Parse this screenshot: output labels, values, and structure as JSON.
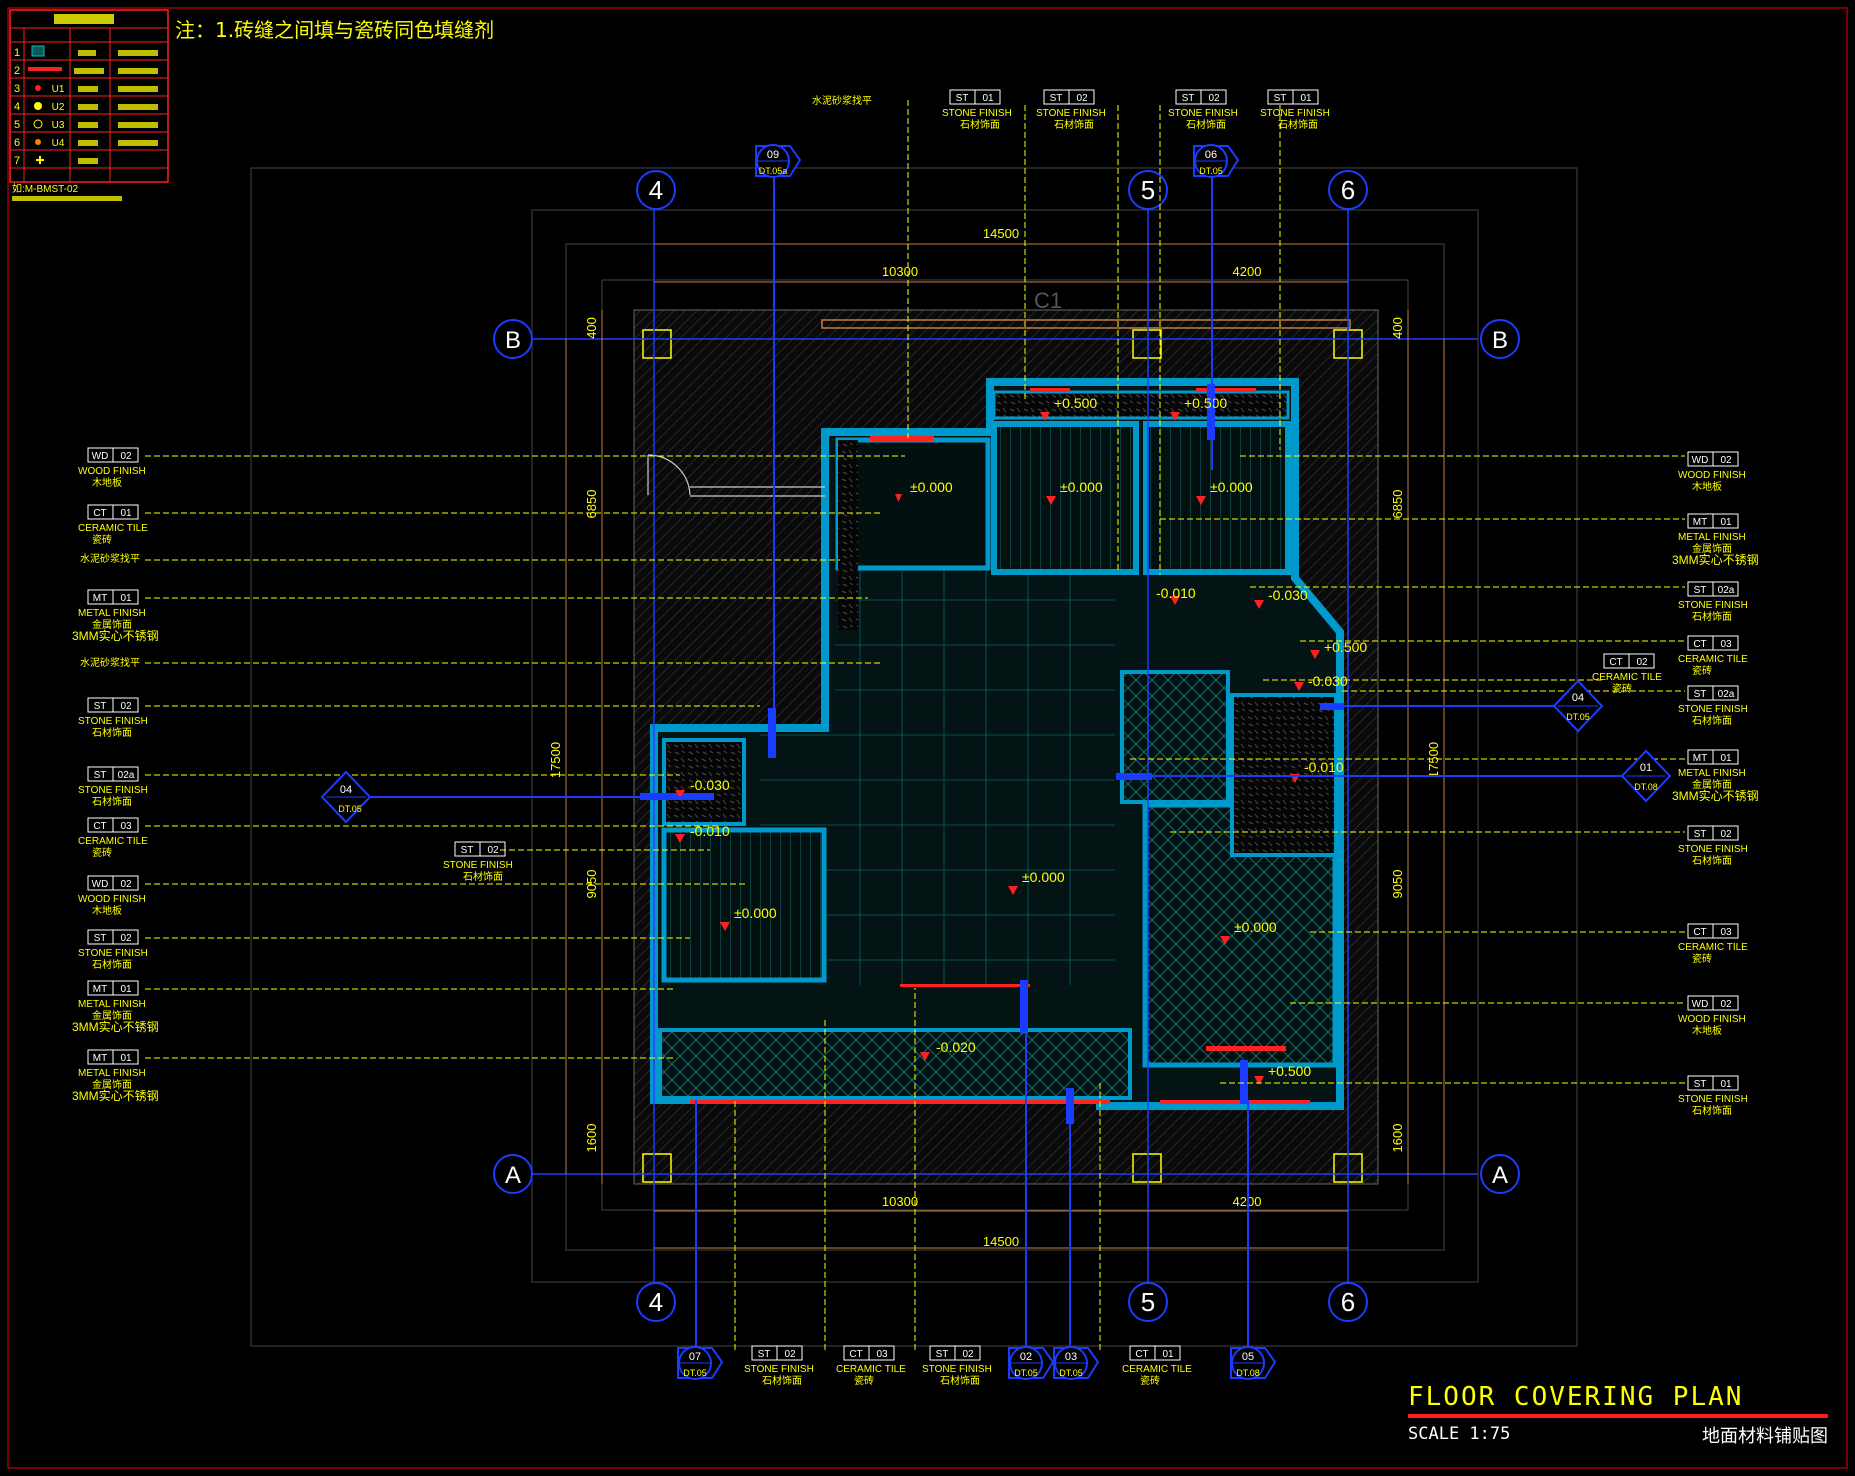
{
  "drawing": {
    "note": "注：1.砖缝之间填与瓷砖同色填缝剂",
    "title_en": "FLOOR COVERING PLAN",
    "title_cn": "地面材料铺贴图",
    "scale": "SCALE 1:75",
    "room_tag": "C1"
  },
  "legend": {
    "rows": [
      "1",
      "2",
      "3",
      "4",
      "5",
      "6",
      "7"
    ],
    "codes": [
      "U1",
      "U2",
      "U3",
      "U4"
    ],
    "footer": "如:M-BMST-02"
  },
  "grids": {
    "cols": [
      "4",
      "5",
      "6"
    ],
    "rows": [
      "B",
      "A"
    ]
  },
  "dims": {
    "total_w": "14500",
    "w_left": "10300",
    "w_right": "4200",
    "total_h": "17500",
    "h_top": "6850",
    "h_mid": "9050",
    "h_bot": "1600",
    "offset": "400"
  },
  "levels": [
    "±0.000",
    "+0.500",
    "-0.010",
    "-0.030",
    "-0.020",
    "+0.500",
    "-0.030",
    "-0.010"
  ],
  "left_tags": [
    {
      "code": "WD",
      "num": "02",
      "en": "WOOD FINISH",
      "cn": "木地板",
      "extra": ""
    },
    {
      "code": "CT",
      "num": "01",
      "en": "CERAMIC TILE",
      "cn": "瓷砖",
      "extra": ""
    },
    {
      "code": "",
      "num": "",
      "en": "",
      "cn": "水泥砂浆找平",
      "extra": ""
    },
    {
      "code": "MT",
      "num": "01",
      "en": "METAL FINISH",
      "cn": "金属饰面",
      "extra": "3MM实心不锈钢"
    },
    {
      "code": "",
      "num": "",
      "en": "",
      "cn": "水泥砂浆找平",
      "extra": ""
    },
    {
      "code": "ST",
      "num": "02",
      "en": "STONE FINISH",
      "cn": "石材饰面",
      "extra": ""
    },
    {
      "code": "ST",
      "num": "02a",
      "en": "STONE FINISH",
      "cn": "石材饰面",
      "extra": ""
    },
    {
      "code": "CT",
      "num": "03",
      "en": "CERAMIC TILE",
      "cn": "瓷砖",
      "extra": ""
    },
    {
      "code": "WD",
      "num": "02",
      "en": "WOOD FINISH",
      "cn": "木地板",
      "extra": ""
    },
    {
      "code": "ST",
      "num": "02",
      "en": "STONE FINISH",
      "cn": "石材饰面",
      "extra": ""
    },
    {
      "code": "MT",
      "num": "01",
      "en": "METAL FINISH",
      "cn": "金属饰面",
      "extra": "3MM实心不锈钢"
    },
    {
      "code": "MT",
      "num": "01",
      "en": "METAL FINISH",
      "cn": "金属饰面",
      "extra": "3MM实心不锈钢"
    }
  ],
  "right_tags": [
    {
      "code": "WD",
      "num": "02",
      "en": "WOOD FINISH",
      "cn": "木地板",
      "extra": ""
    },
    {
      "code": "MT",
      "num": "01",
      "en": "METAL FINISH",
      "cn": "金属饰面",
      "extra": "3MM实心不锈钢"
    },
    {
      "code": "ST",
      "num": "02a",
      "en": "STONE FINISH",
      "cn": "石材饰面",
      "extra": ""
    },
    {
      "code": "CT",
      "num": "03",
      "en": "CERAMIC TILE",
      "cn": "瓷砖",
      "extra": ""
    },
    {
      "code": "ST",
      "num": "02a",
      "en": "STONE FINISH",
      "cn": "石材饰面",
      "extra": ""
    },
    {
      "code": "MT",
      "num": "01",
      "en": "METAL FINISH",
      "cn": "金属饰面",
      "extra": "3MM实心不锈钢"
    },
    {
      "code": "ST",
      "num": "02",
      "en": "STONE FINISH",
      "cn": "石材饰面",
      "extra": ""
    },
    {
      "code": "CT",
      "num": "03",
      "en": "CERAMIC TILE",
      "cn": "瓷砖",
      "extra": ""
    },
    {
      "code": "WD",
      "num": "02",
      "en": "WOOD FINISH",
      "cn": "木地板",
      "extra": ""
    },
    {
      "code": "ST",
      "num": "01",
      "en": "STONE FINISH",
      "cn": "石材饰面",
      "extra": ""
    }
  ],
  "top_tags": [
    {
      "code": "",
      "num": "",
      "en": "",
      "cn": "水泥砂浆找平"
    },
    {
      "code": "ST",
      "num": "01",
      "en": "STONE FINISH",
      "cn": "石材饰面"
    },
    {
      "code": "ST",
      "num": "02",
      "en": "STONE FINISH",
      "cn": "石材饰面"
    },
    {
      "code": "ST",
      "num": "02",
      "en": "STONE FINISH",
      "cn": "石材饰面"
    },
    {
      "code": "ST",
      "num": "01",
      "en": "STONE FINISH",
      "cn": "石材饰面"
    }
  ],
  "bottom_tags": [
    {
      "code": "ST",
      "num": "02",
      "en": "STONE FINISH",
      "cn": "石材饰面"
    },
    {
      "code": "CT",
      "num": "03",
      "en": "CERAMIC TILE",
      "cn": "瓷砖"
    },
    {
      "code": "ST",
      "num": "02",
      "en": "STONE FINISH",
      "cn": "石材饰面"
    },
    {
      "code": "CT",
      "num": "01",
      "en": "CERAMIC TILE",
      "cn": "瓷砖"
    }
  ],
  "inner_tags": [
    {
      "code": "ST",
      "num": "02",
      "en": "STONE FINISH",
      "cn": "石材饰面"
    },
    {
      "code": "CT",
      "num": "02",
      "en": "CERAMIC TILE",
      "cn": "瓷砖"
    }
  ],
  "sections": [
    {
      "num": "09",
      "ref": "DT.05a"
    },
    {
      "num": "06",
      "ref": "DT.05"
    },
    {
      "num": "04",
      "ref": "DT.05"
    },
    {
      "num": "04",
      "ref": "DT.05"
    },
    {
      "num": "01",
      "ref": "DT.08"
    },
    {
      "num": "07",
      "ref": "DT.05"
    },
    {
      "num": "02",
      "ref": "DT.05"
    },
    {
      "num": "03",
      "ref": "DT.05"
    },
    {
      "num": "05",
      "ref": "DT.08"
    }
  ],
  "colors": {
    "background": "#000000",
    "wall": "#0099cc",
    "text": "#ffff00",
    "grid": "#1a3cff",
    "accent": "#ff2020",
    "floor_grid": "#00a8a8"
  }
}
